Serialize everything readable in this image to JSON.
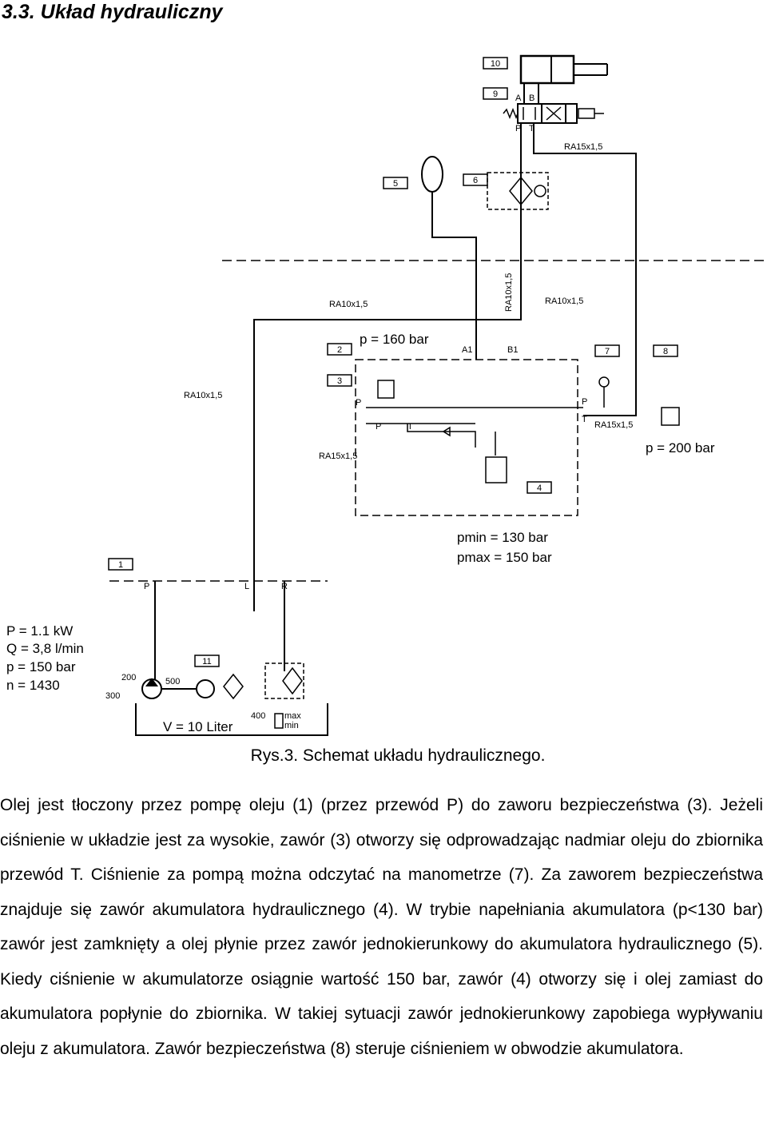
{
  "heading": "3.3. Układ hydrauliczny",
  "schematic": {
    "callouts": [
      "1",
      "2",
      "3",
      "4",
      "5",
      "6",
      "7",
      "8",
      "9",
      "10",
      "11"
    ],
    "pipe_labels": {
      "ra15_top": "RA15x1,5",
      "ra10_vertical": "RA10x1,5",
      "ra10_right": "RA10x1,5",
      "ra10_left": "RA10x1,5",
      "ra10_far_left": "RA10x1,5",
      "ra15_mid": "RA15x1,5",
      "ra15_right": "RA15x1,5"
    },
    "port_labels": {
      "A": "A",
      "B": "B",
      "P_valve": "P",
      "T_valve": "T",
      "A1": "A1",
      "B1": "B1",
      "P_block": "P",
      "P_block2": "P",
      "T_block": "T",
      "P_right": "P",
      "T_right": "T",
      "P_pump": "P",
      "L_pump": "L",
      "R_pump": "R"
    },
    "pressures": {
      "p160": "p = 160 bar",
      "p200": "p = 200 bar",
      "pmin": "pmin = 130 bar",
      "pmax": "pmax = 150 bar"
    },
    "pump_params": [
      "P = 1.1 kW",
      "Q = 3,8 l/min",
      "p = 150 bar",
      "n = 1430"
    ],
    "dimensions": {
      "d200": "200",
      "d300": "300",
      "d500": "500",
      "d400": "400"
    },
    "tank": {
      "volume": "V = 10 Liter",
      "level_max": "max",
      "level_min": "min"
    }
  },
  "caption": "Rys.3. Schemat układu hydraulicznego.",
  "body": "Olej jest tłoczony przez pompę oleju (1) (przez przewód P) do zaworu bezpieczeństwa (3). Jeżeli ciśnienie w układzie jest za wysokie, zawór (3) otworzy się odprowadzając nadmiar oleju do zbiornika przewód T. Ciśnienie za pompą można odczytać na manometrze (7). Za zaworem bezpieczeństwa znajduje się zawór akumulatora hydraulicznego (4). W trybie napełniania akumulatora (p<130 bar) zawór jest zamknięty a olej płynie przez zawór jednokierunkowy do akumulatora hydraulicznego (5). Kiedy ciśnienie w akumulatorze osiągnie wartość 150 bar, zawór (4) otworzy się i olej zamiast do akumulatora popłynie do zbiornika. W takiej sytuacji zawór jednokierunkowy zapobiega wypływaniu oleju z akumulatora. Zawór bezpieczeństwa (8) steruje ciśnieniem w obwodzie akumulatora."
}
